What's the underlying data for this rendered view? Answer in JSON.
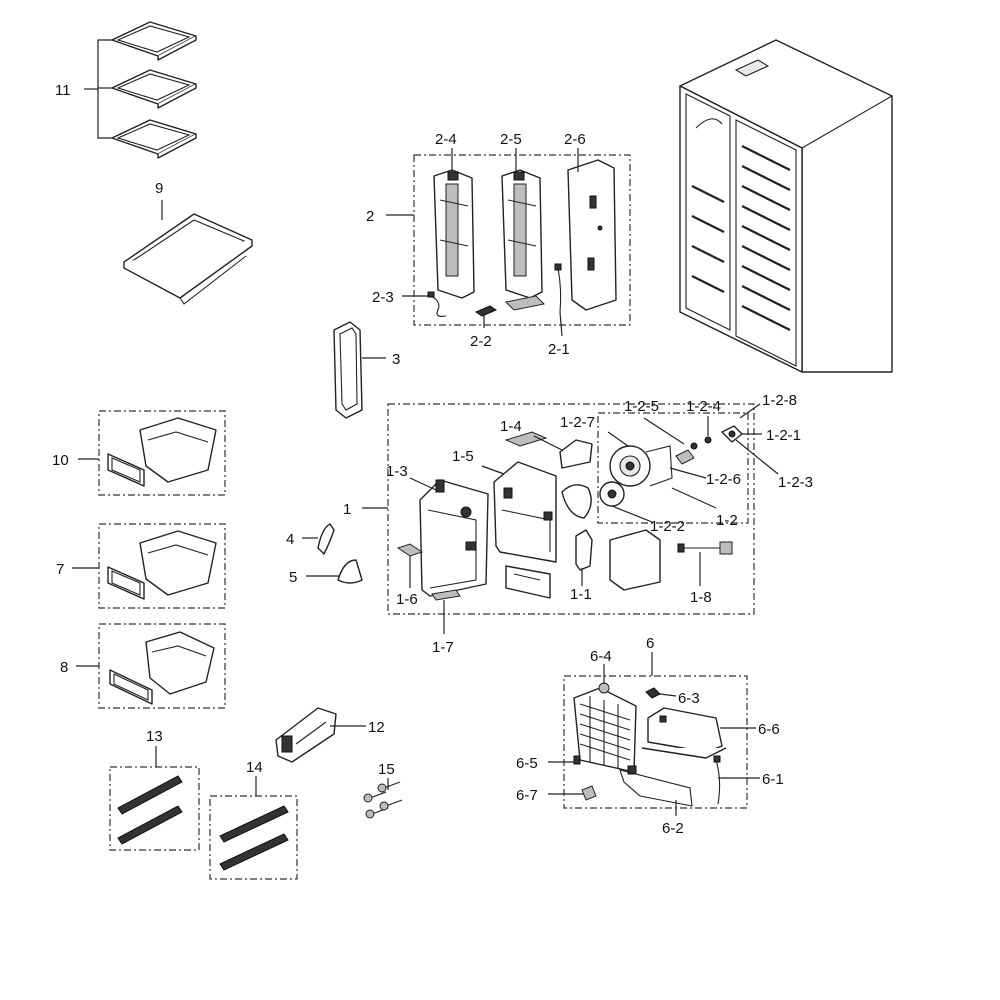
{
  "labels": {
    "p11": "11",
    "p9": "9",
    "p2": "2",
    "p2_1": "2-1",
    "p2_2": "2-2",
    "p2_3": "2-3",
    "p2_4": "2-4",
    "p2_5": "2-5",
    "p2_6": "2-6",
    "p3": "3",
    "p1": "1",
    "p1_1": "1-1",
    "p1_2": "1-2",
    "p1_2_1": "1-2-1",
    "p1_2_2": "1-2-2",
    "p1_2_3": "1-2-3",
    "p1_2_4": "1-2-4",
    "p1_2_5": "1-2-5",
    "p1_2_6": "1-2-6",
    "p1_2_7": "1-2-7",
    "p1_2_8": "1-2-8",
    "p1_3": "1-3",
    "p1_4": "1-4",
    "p1_5": "1-5",
    "p1_6": "1-6",
    "p1_7": "1-7",
    "p1_8": "1-8",
    "p4": "4",
    "p5": "5",
    "p10": "10",
    "p7": "7",
    "p8": "8",
    "p6": "6",
    "p6_1": "6-1",
    "p6_2": "6-2",
    "p6_3": "6-3",
    "p6_4": "6-4",
    "p6_5": "6-5",
    "p6_6": "6-6",
    "p6_7": "6-7",
    "p12": "12",
    "p13": "13",
    "p14": "14",
    "p15": "15"
  }
}
